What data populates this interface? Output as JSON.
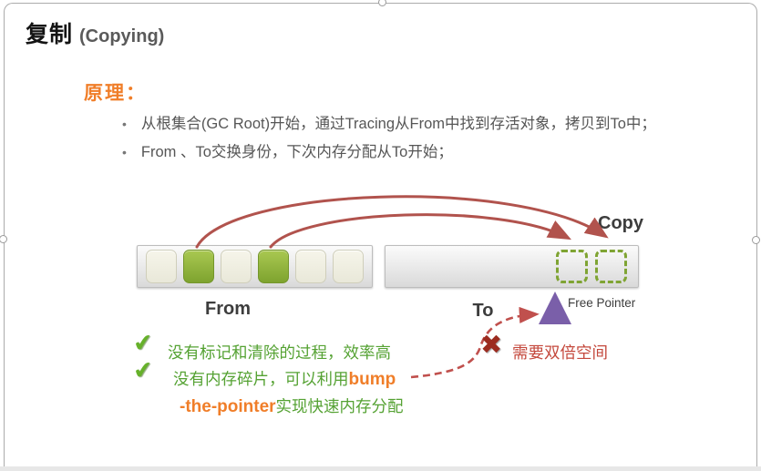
{
  "slide": {
    "title": "复制",
    "subtitle": "(Copying)",
    "section_heading": "原理：",
    "bullets": [
      "从根集合(GC Root)开始，通过Tracing从From中找到存活对象，拷贝到To中；",
      "From 、To交换身份，下次内存分配从To开始；"
    ]
  },
  "diagram": {
    "from_label": "From",
    "to_label": "To",
    "copy_label": "Copy",
    "free_pointer_label": "Free Pointer",
    "from_cells": [
      "empty",
      "live",
      "empty",
      "live",
      "empty",
      "empty"
    ],
    "to_slots": 2
  },
  "pros": {
    "check_icon": "✔",
    "line1": "没有标记和清除的过程，效率高",
    "line2_green": "没有内存碎片，可以利用",
    "line2_orange": "bump",
    "line3_orange": "-the-pointer",
    "line3_green": "实现快速内存分配"
  },
  "con": {
    "x_icon": "✖",
    "text": "需要双倍空间"
  },
  "colors": {
    "heading_orange": "#F07E29",
    "green_text": "#55A233",
    "red_text": "#C4483C",
    "arc_red": "#B1534D",
    "purple": "#7A5FA9",
    "live_cell_green": "#8FB43C"
  }
}
